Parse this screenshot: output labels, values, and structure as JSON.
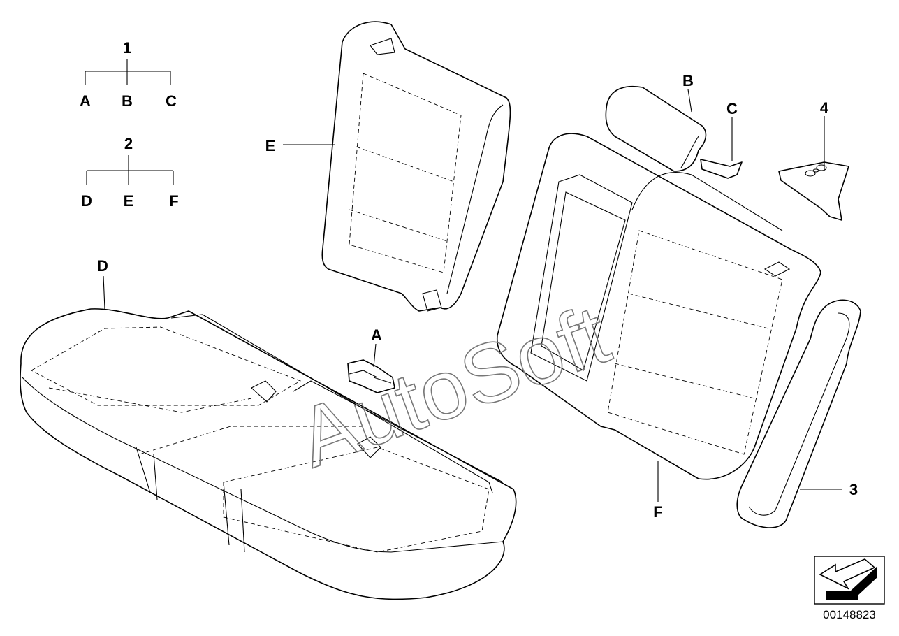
{
  "tree1": {
    "parent": "1",
    "children": [
      "A",
      "B",
      "C"
    ]
  },
  "tree2": {
    "parent": "2",
    "children": [
      "D",
      "E",
      "F"
    ]
  },
  "callouts": {
    "seat_cushion": "D",
    "backrest_left": "E",
    "clip": "A",
    "headrest": "B",
    "small_pad": "C",
    "bracket": "4",
    "backrest_right": "F",
    "side_bolster": "3"
  },
  "watermark": "AutoSoft",
  "diagram_code": "00148823"
}
